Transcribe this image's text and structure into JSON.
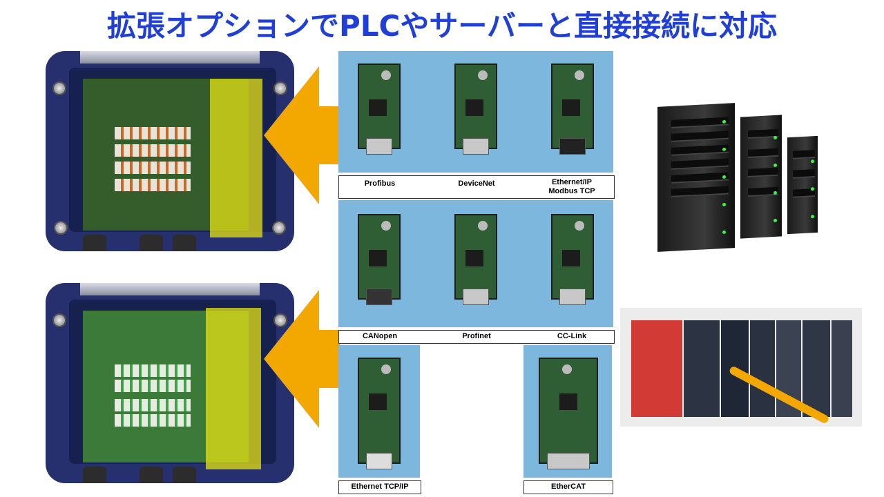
{
  "title": "拡張オプションでPLCやサーバーと直接接続に対応",
  "modules": {
    "row1": [
      "Profibus",
      "DeviceNet",
      "Ethernet/IP",
      "Modbus TCP"
    ],
    "row2": [
      "CANopen",
      "Profinet",
      "CC-Link"
    ],
    "row3_left": "Ethernet TCP/IP",
    "row3_right": "EtherCAT"
  },
  "colors": {
    "title": "#1f3fd6",
    "arrow": "#f2a800",
    "highlight": "#e6e114",
    "photo_bg": "#7db7dd"
  },
  "icons": [
    "arrow-left-icon",
    "server-rack-icon",
    "plc-icon"
  ]
}
